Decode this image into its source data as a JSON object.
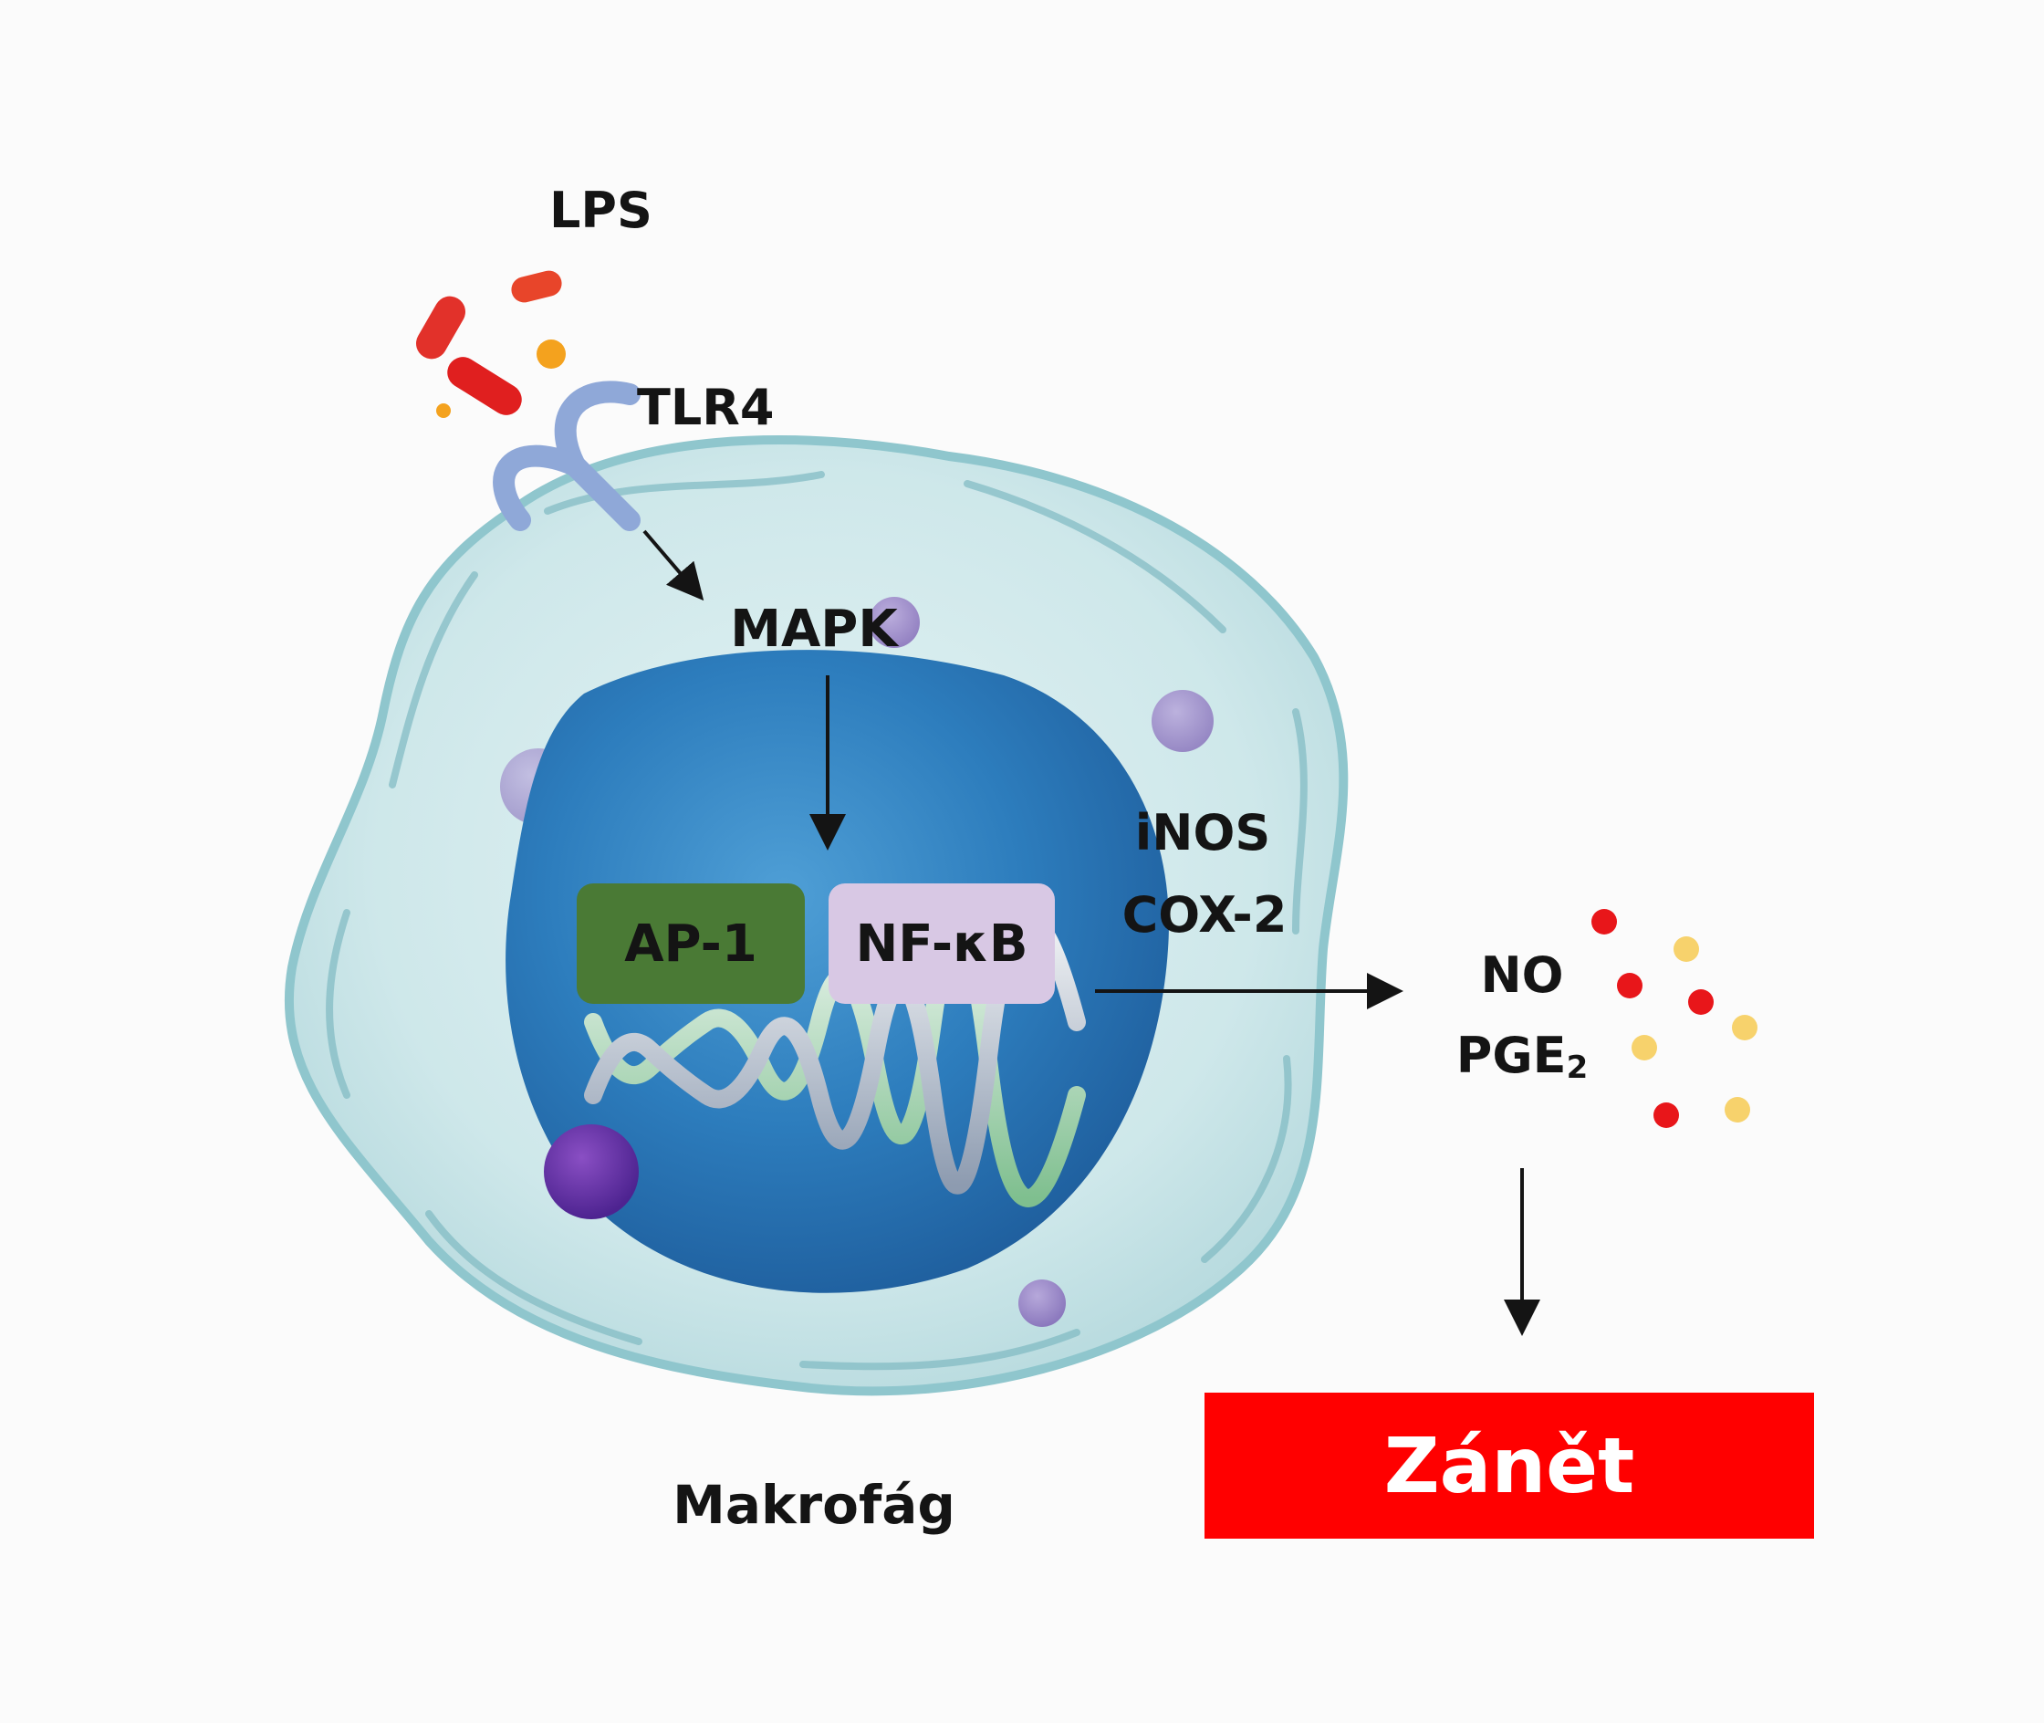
{
  "labels": {
    "lps": "LPS",
    "tlr4": "TLR4",
    "mapk": "MAPK",
    "ap1": "AP-1",
    "nfkb": "NF-κB",
    "inos": "iNOS",
    "cox2": "COX-2",
    "no": "NO",
    "pge": "PGE",
    "pge_sub": "2",
    "cell": "Makrofág",
    "outcome": "Zánět"
  },
  "colors": {
    "background": "#fbfbfb",
    "ap1_box": "#4a7a35",
    "nfkb_box": "#d8c8e4",
    "outcome_box": "#ff0000",
    "receptor": "#8fa8d8",
    "red_dot": "#e8161a",
    "yellow_dot": "#f7d26c"
  }
}
